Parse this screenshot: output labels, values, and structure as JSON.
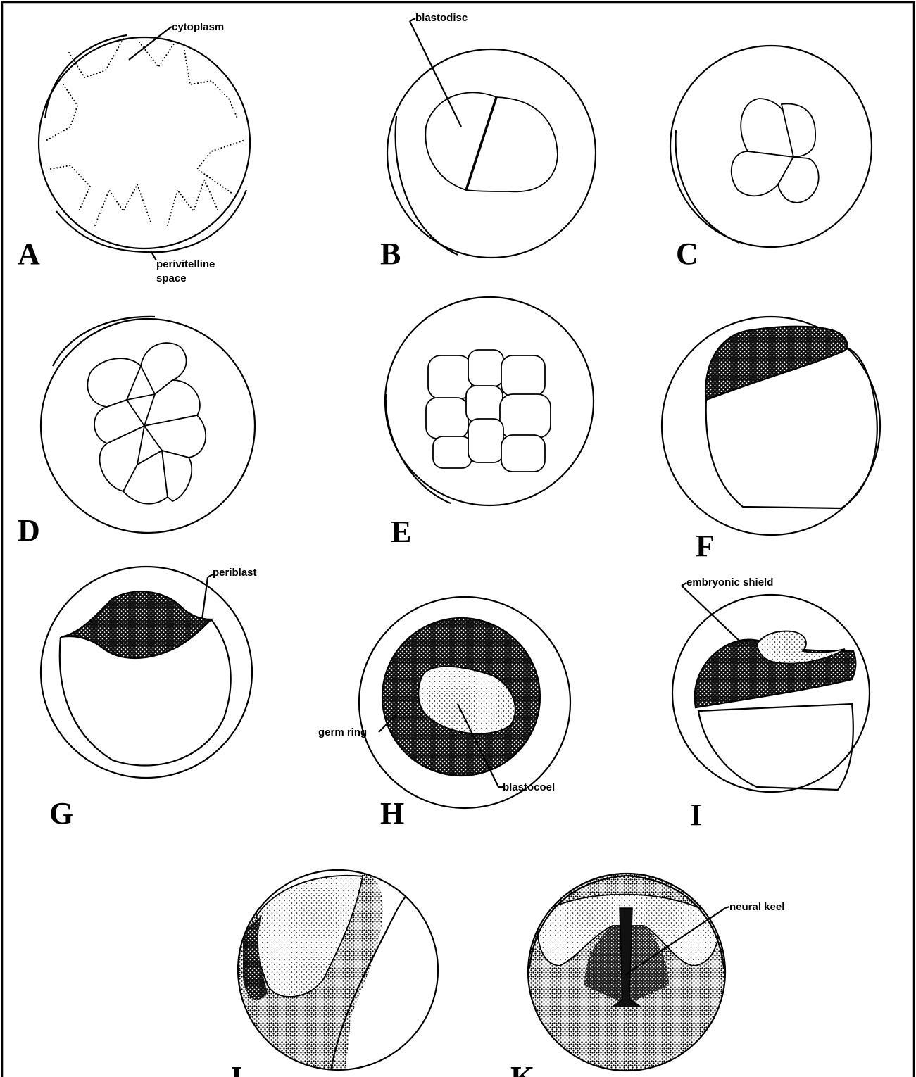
{
  "panels": [
    "A",
    "B",
    "C",
    "D",
    "E",
    "F",
    "G",
    "H",
    "I",
    "J",
    "K"
  ],
  "labels": {
    "cytoplasm": "cytoplasm",
    "perivitelline_1": "perivitelline",
    "perivitelline_2": "space",
    "blastodisc": "blastodisc",
    "periblast": "periblast",
    "embryonic_shield": "embryonic shield",
    "germ_ring": "germ ring",
    "blastocoel": "blastocoel",
    "neural_keel": "neural keel"
  },
  "colors": {
    "ink": "#000000",
    "paper": "#ffffff"
  }
}
